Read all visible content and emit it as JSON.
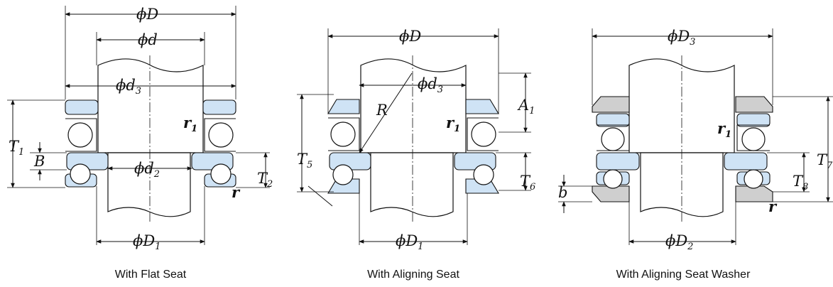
{
  "colors": {
    "washer_fill": "#cfe3f5",
    "aligning_washer_fill": "#cfcfcf",
    "line": "#111111"
  },
  "diagrams": [
    {
      "caption": "With Flat Seat",
      "labels": {
        "D": "ϕD",
        "d": "ϕd",
        "d3": "ϕd",
        "d3_sub": "3",
        "d2": "ϕd",
        "d2_sub": "2",
        "D1": "ϕD",
        "D1_sub": "1",
        "T1": "T",
        "T1_sub": "1",
        "B": "B",
        "T2": "T",
        "T2_sub": "2",
        "r1": "r",
        "r1_sub": "1",
        "r": "r"
      }
    },
    {
      "caption": "With Aligning Seat",
      "labels": {
        "D": "ϕD",
        "d3": "ϕd",
        "d3_sub": "3",
        "R": "R",
        "A1": "A",
        "A1_sub": "1",
        "r1": "r",
        "r1_sub": "1",
        "T5": "T",
        "T5_sub": "5",
        "T6": "T",
        "T6_sub": "6",
        "D1": "ϕD",
        "D1_sub": "1"
      }
    },
    {
      "caption": "With Aligning Seat Washer",
      "labels": {
        "D3": "ϕD",
        "D3_sub": "3",
        "r1": "r",
        "r1_sub": "1",
        "T7": "T",
        "T7_sub": "7",
        "T8": "T",
        "T8_sub": "8",
        "b": "b",
        "r": "r",
        "D2": "ϕD",
        "D2_sub": "2"
      }
    }
  ]
}
